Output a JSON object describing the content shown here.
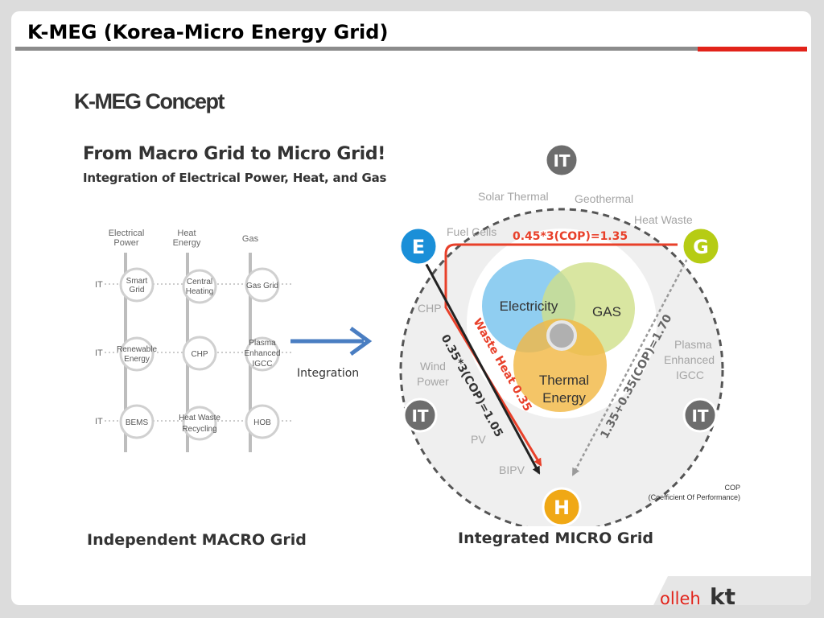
{
  "title": "K-MEG (Korea-Micro Energy Grid)",
  "subtitle": "K-MEG Concept",
  "headline": "From Macro Grid to Micro Grid!",
  "subheadline": "Integration of Electrical Power, Heat, and Gas",
  "macro": {
    "col_headers": [
      {
        "line1": "Electrical",
        "line2": "Power"
      },
      {
        "line1": "Heat",
        "line2": "Energy"
      },
      {
        "line1": "Gas",
        "line2": ""
      }
    ],
    "row_label": "IT",
    "nodes": [
      {
        "line1": "Smart",
        "line2": "Grid"
      },
      {
        "line1": "Central",
        "line2": "Heating"
      },
      {
        "line1": "Gas Grid",
        "line2": ""
      },
      {
        "line1": "Renewable",
        "line2": "Energy"
      },
      {
        "line1": "CHP",
        "line2": ""
      },
      {
        "line1": "Plasma",
        "line2": "Enhanced",
        "line3": "IGCC"
      },
      {
        "line1": "BEMS",
        "line2": ""
      },
      {
        "line1": "Heat Waste",
        "line2": "Recycling"
      },
      {
        "line1": "HOB",
        "line2": ""
      }
    ]
  },
  "integration_label": "Integration",
  "micro": {
    "badge_e": "E",
    "badge_g": "G",
    "badge_h": "H",
    "badge_it": "IT",
    "outer_labels": {
      "solar_thermal": "Solar Thermal",
      "geothermal": "Geothermal",
      "heat_waste": "Heat Waste",
      "fuel_cells": "Fuel Cells",
      "chp": "CHP",
      "wind": "Wind",
      "power": "Power",
      "pv": "PV",
      "bipv": "BIPV",
      "plasma": "Plasma",
      "enhanced": "Enhanced",
      "igcc": "IGCC"
    },
    "venn": {
      "electricity": "Electricity",
      "gas": "GAS",
      "thermal": "Thermal",
      "energy": "Energy"
    },
    "formulas": {
      "eg": "0.45*3(COP)=1.35",
      "waste_heat": "Waste Heat 0.35",
      "eh": "0.35*3(COP)=1.05",
      "gh": "1.35+0.35(COP)=1.70"
    },
    "colors": {
      "e_badge": "#1a8fd8",
      "g_badge": "#b6cc14",
      "h_badge": "#f0a815",
      "it_badge": "#6d6d6d",
      "electricity": "#7cc5ee",
      "gas": "#cfe08a",
      "thermal": "#f2b845",
      "red_arrow": "#e8402a"
    }
  },
  "label_macro": "Independent MACRO Grid",
  "label_micro": "Integrated MICRO Grid",
  "cop_note": {
    "line1": "COP",
    "line2": "(Coefficient Of Performance)"
  },
  "logo": {
    "olleh": "olleh",
    "kt": "kt"
  }
}
